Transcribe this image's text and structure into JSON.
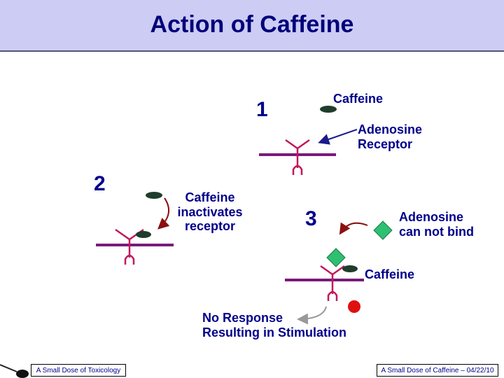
{
  "title": "Action of Caffeine",
  "labels": {
    "step1": "1",
    "step2": "2",
    "step3": "3",
    "caffeine_top": "Caffeine",
    "receptor_line1": "Adenosine",
    "receptor_line2": "Receptor",
    "inactivates_line1": "Caffeine",
    "inactivates_line2": "inactivates",
    "inactivates_line3": "receptor",
    "cannot_bind_line1": "Adenosine",
    "cannot_bind_line2": "can not bind",
    "caffeine_bottom": "Caffeine",
    "no_response_line1": "No Response",
    "no_response_line2": "Resulting in Stimulation"
  },
  "footer": {
    "left": "A Small Dose of Toxicology",
    "right": "A Small Dose of Caffeine – 04/22/10"
  },
  "colors": {
    "title_band": "#ccccf5",
    "text": "#00008b",
    "membrane": "#7a1a7a",
    "receptor": "#c2185b",
    "caffeine": "#1f3d2b",
    "adenosine": "#2fbf71",
    "stimulus": "#e01010"
  }
}
